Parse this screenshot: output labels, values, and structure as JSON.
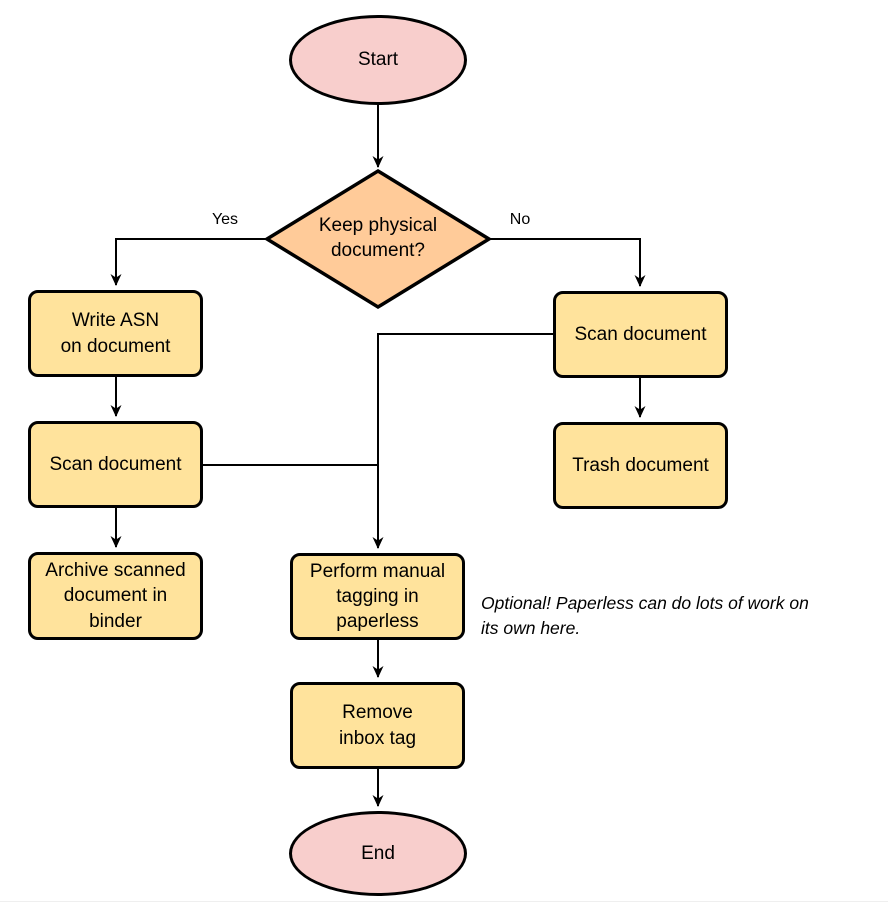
{
  "diagram": {
    "type": "flowchart",
    "nodes": {
      "start": {
        "label": "Start",
        "shape": "ellipse",
        "fill_key": "pink"
      },
      "decision": {
        "label": "Keep physical\ndocument?",
        "shape": "diamond",
        "fill_key": "orange"
      },
      "write_asn": {
        "label": "Write ASN\non document",
        "shape": "rounded-rect",
        "fill_key": "yellow"
      },
      "scan_document_left": {
        "label": "Scan document",
        "shape": "rounded-rect",
        "fill_key": "yellow"
      },
      "archive": {
        "label": "Archive scanned\ndocument in\nbinder",
        "shape": "rounded-rect",
        "fill_key": "yellow"
      },
      "scan_document_right": {
        "label": "Scan document",
        "shape": "rounded-rect",
        "fill_key": "yellow"
      },
      "trash": {
        "label": "Trash document",
        "shape": "rounded-rect",
        "fill_key": "yellow"
      },
      "manual_tagging": {
        "label": "Perform manual\ntagging in\npaperless",
        "shape": "rounded-rect",
        "fill_key": "yellow"
      },
      "remove_inbox_tag": {
        "label": "Remove\ninbox tag",
        "shape": "rounded-rect",
        "fill_key": "yellow"
      },
      "end": {
        "label": "End",
        "shape": "ellipse",
        "fill_key": "pink"
      }
    },
    "edge_labels": {
      "yes": "Yes",
      "no": "No"
    },
    "edges": [
      {
        "from": "start",
        "to": "decision"
      },
      {
        "from": "decision",
        "to": "write_asn",
        "label": "Yes"
      },
      {
        "from": "decision",
        "to": "scan_document_right",
        "label": "No"
      },
      {
        "from": "write_asn",
        "to": "scan_document_left"
      },
      {
        "from": "scan_document_left",
        "to": "archive"
      },
      {
        "from": "scan_document_left",
        "to": "manual_tagging"
      },
      {
        "from": "scan_document_right",
        "to": "trash"
      },
      {
        "from": "scan_document_right",
        "to": "manual_tagging"
      },
      {
        "from": "manual_tagging",
        "to": "remove_inbox_tag"
      },
      {
        "from": "remove_inbox_tag",
        "to": "end"
      }
    ],
    "annotation": "Optional! Paperless can do lots of work on\nits own here.",
    "colors": {
      "yellow": "#ffe39c",
      "pink": "#f8cecc",
      "orange": "#ffcb99",
      "stroke": "#000000",
      "line": "#000000"
    }
  }
}
